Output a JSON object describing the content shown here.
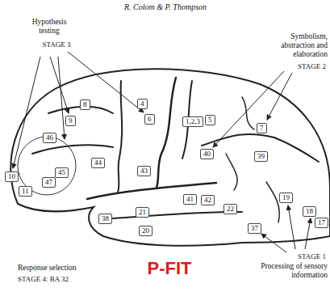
{
  "diagram": {
    "nodes": [
      {
        "text": [
          "8"
        ]
      },
      {
        "text": [
          "4"
        ]
      },
      {
        "text": [
          "9"
        ]
      },
      {
        "text": [
          "6"
        ]
      },
      {
        "text": [
          "5"
        ]
      },
      {
        "text": [
          "1,2,3"
        ]
      },
      {
        "text": [
          "7"
        ]
      },
      {
        "text": [
          "46"
        ]
      },
      {
        "text": [
          "40"
        ]
      },
      {
        "text": [
          "39"
        ]
      },
      {
        "text": [
          "44"
        ]
      },
      {
        "text": [
          "10"
        ]
      },
      {
        "text": [
          "45"
        ]
      },
      {
        "text": [
          "43"
        ]
      },
      {
        "text": [
          "11"
        ]
      },
      {
        "text": [
          "47"
        ]
      },
      {
        "text": [
          "41"
        ]
      },
      {
        "text": [
          "42"
        ]
      },
      {
        "text": [
          "22"
        ]
      },
      {
        "text": [
          "19"
        ]
      },
      {
        "text": [
          "18"
        ]
      },
      {
        "text": [
          "17"
        ]
      },
      {
        "text": [
          "38"
        ]
      },
      {
        "text": [
          "21"
        ]
      },
      {
        "text": [
          "20"
        ]
      },
      {
        "text": [
          "37"
        ]
      }
    ],
    "labels": [
      "R. Colom & P. Thompson",
      "Hypothesis testing",
      "STAGE 3",
      "Symbolism, abstraction and elaboration",
      "STAGE 2",
      "STAGE 1",
      "Processing of sensory information",
      "Response selection",
      "STAGE 4: BA 32",
      "P-FIT"
    ]
  }
}
